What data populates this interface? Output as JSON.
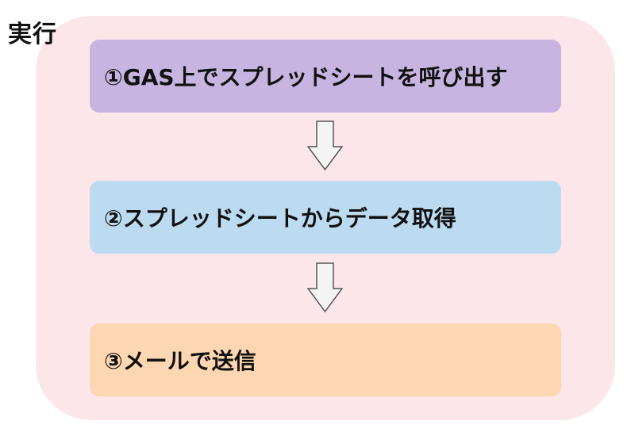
{
  "container": {
    "title": "実行",
    "background": "#fde6ea"
  },
  "steps": [
    {
      "label": "①GAS上でスプレッドシートを呼び出す",
      "color": "#c8b4e0"
    },
    {
      "label": "②スプレッドシートからデータ取得",
      "color": "#bcdaf0"
    },
    {
      "label": "③メールで送信",
      "color": "#fdd7b1"
    }
  ],
  "arrows": [
    {
      "icon": "down-arrow-icon"
    },
    {
      "icon": "down-arrow-icon"
    }
  ]
}
